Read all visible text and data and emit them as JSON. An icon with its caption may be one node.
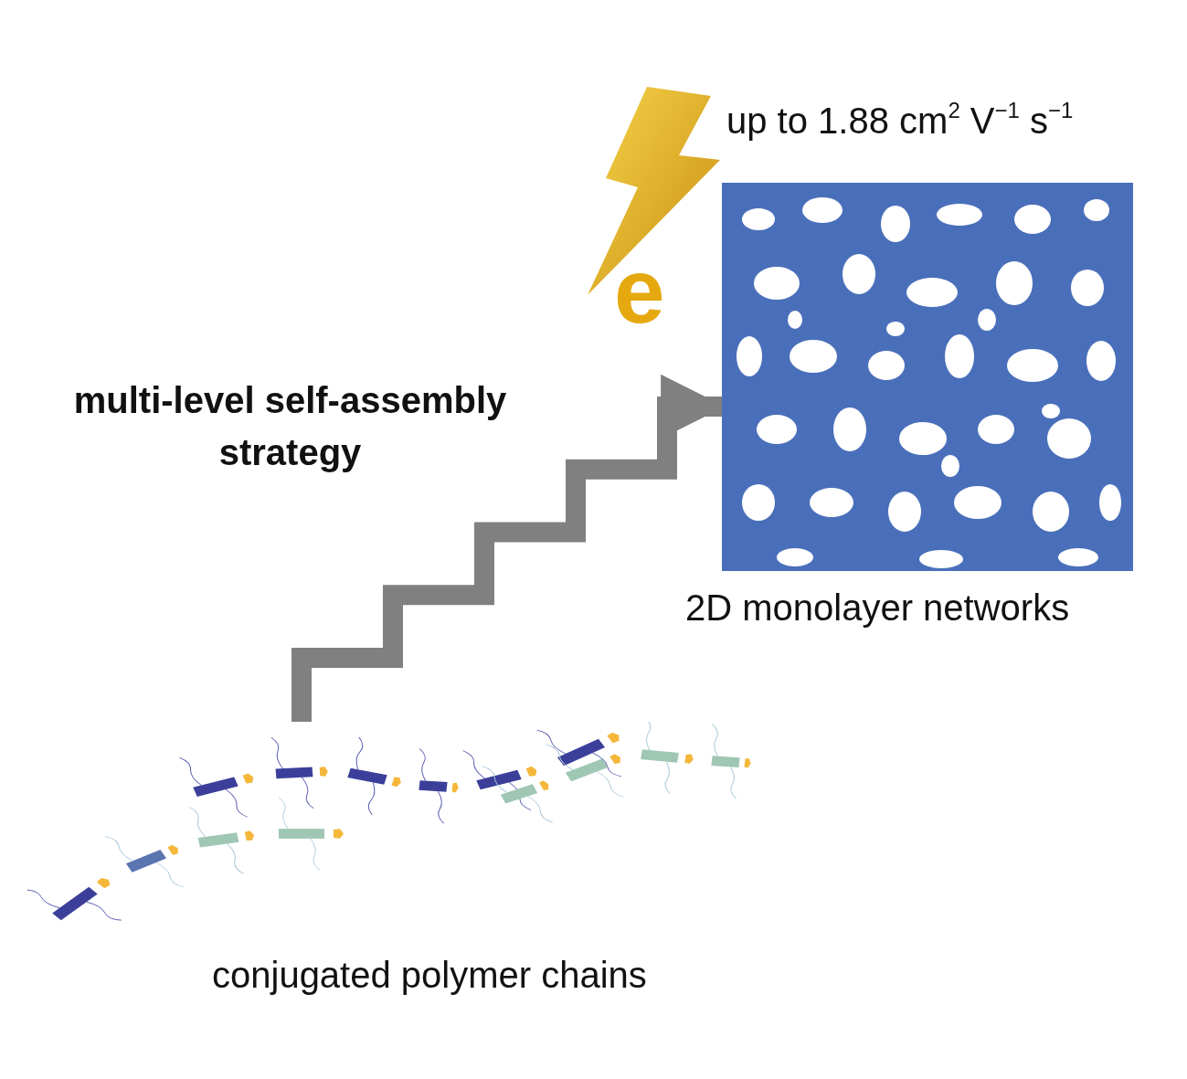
{
  "diagram": {
    "nodes": [
      {
        "text": [],
        "shape": "picture",
        "beside": [
          "conjugated polymer chains"
        ]
      },
      {
        "text": [],
        "shape": "picture",
        "beside": [
          "2D monolayer networks"
        ]
      }
    ],
    "edges": [
      {
        "from": 0,
        "to": 1,
        "arrow": "to",
        "label": "multi-level self-assembly strategy"
      }
    ],
    "labels": [
      "e",
      "up to 1.88 cm$^{2}$ V$^{−1}$ s$^{−1}$"
    ]
  }
}
